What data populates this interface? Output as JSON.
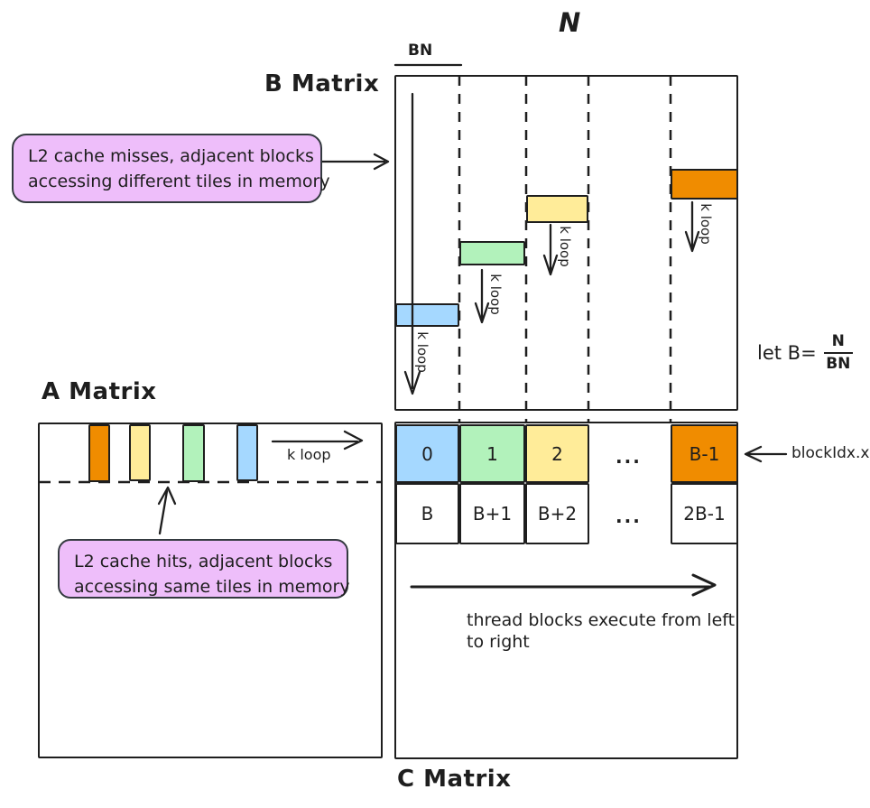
{
  "labels": {
    "n": "N",
    "bn": "BN",
    "b_matrix": "B Matrix",
    "a_matrix": "A Matrix",
    "c_matrix": "C Matrix",
    "k_loop": "k loop",
    "let_b": "let B=",
    "frac_numerator": "N",
    "frac_denominator": "BN",
    "block_idx": "blockIdx.x",
    "thread_note_line1": "thread blocks execute from left",
    "thread_note_line2": "to right"
  },
  "callouts": {
    "l2_miss": {
      "line1": "L2 cache misses, adjacent blocks",
      "line2": "accessing different tiles in memory"
    },
    "l2_hit": {
      "line1": "L2 cache hits, adjacent blocks",
      "line2": "accessing same tiles in memory"
    }
  },
  "c_matrix": {
    "row1": [
      "0",
      "1",
      "2",
      "...",
      "B-1"
    ],
    "row2": [
      "B",
      "B+1",
      "B+2",
      "...",
      "2B-1"
    ]
  },
  "colors": {
    "stroke": "#1e1e1e",
    "blue": "#a5d8ff",
    "green": "#b2f2bb",
    "yellow": "#ffec99",
    "orange": "#f08c00",
    "callout_bg": "#eebefa"
  }
}
